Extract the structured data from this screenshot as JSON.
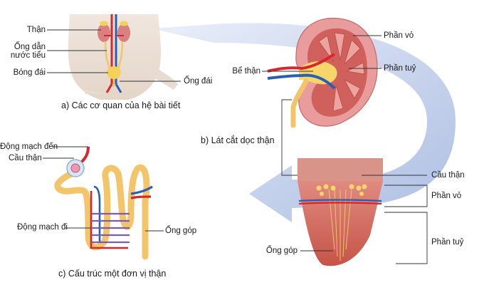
{
  "figure_a": {
    "caption": "a) Các cơ quan của hệ bài tiết",
    "labels": {
      "kidney": "Thận",
      "ureter": "Ống dẫn\nnước tiểu",
      "bladder": "Bóng đái",
      "urethra": "Ống đái"
    }
  },
  "figure_b": {
    "caption": "b) Lát cắt dọc thận",
    "labels": {
      "cortex": "Phần vỏ",
      "pelvis": "Bể thận",
      "medulla": "Phần tuỷ"
    }
  },
  "figure_c": {
    "caption": "c) Cấu trúc một đơn vị thận",
    "labels": {
      "afferent_artery": "Động mạch đến",
      "glomerulus": "Cầu thận",
      "efferent_artery": "Động mạch đi",
      "collecting_duct": "Ống góp"
    }
  },
  "figure_d": {
    "labels": {
      "glomerulus": "Cầu thận",
      "cortex": "Phần vỏ",
      "medulla": "Phần tuỷ",
      "collecting_duct": "Ống góp"
    }
  },
  "colors": {
    "artery": "#d7262e",
    "vein": "#2a5faf",
    "tubule": "#f2c56b",
    "kidney": "#e59a9a",
    "arrow": "#b9c7e6"
  }
}
